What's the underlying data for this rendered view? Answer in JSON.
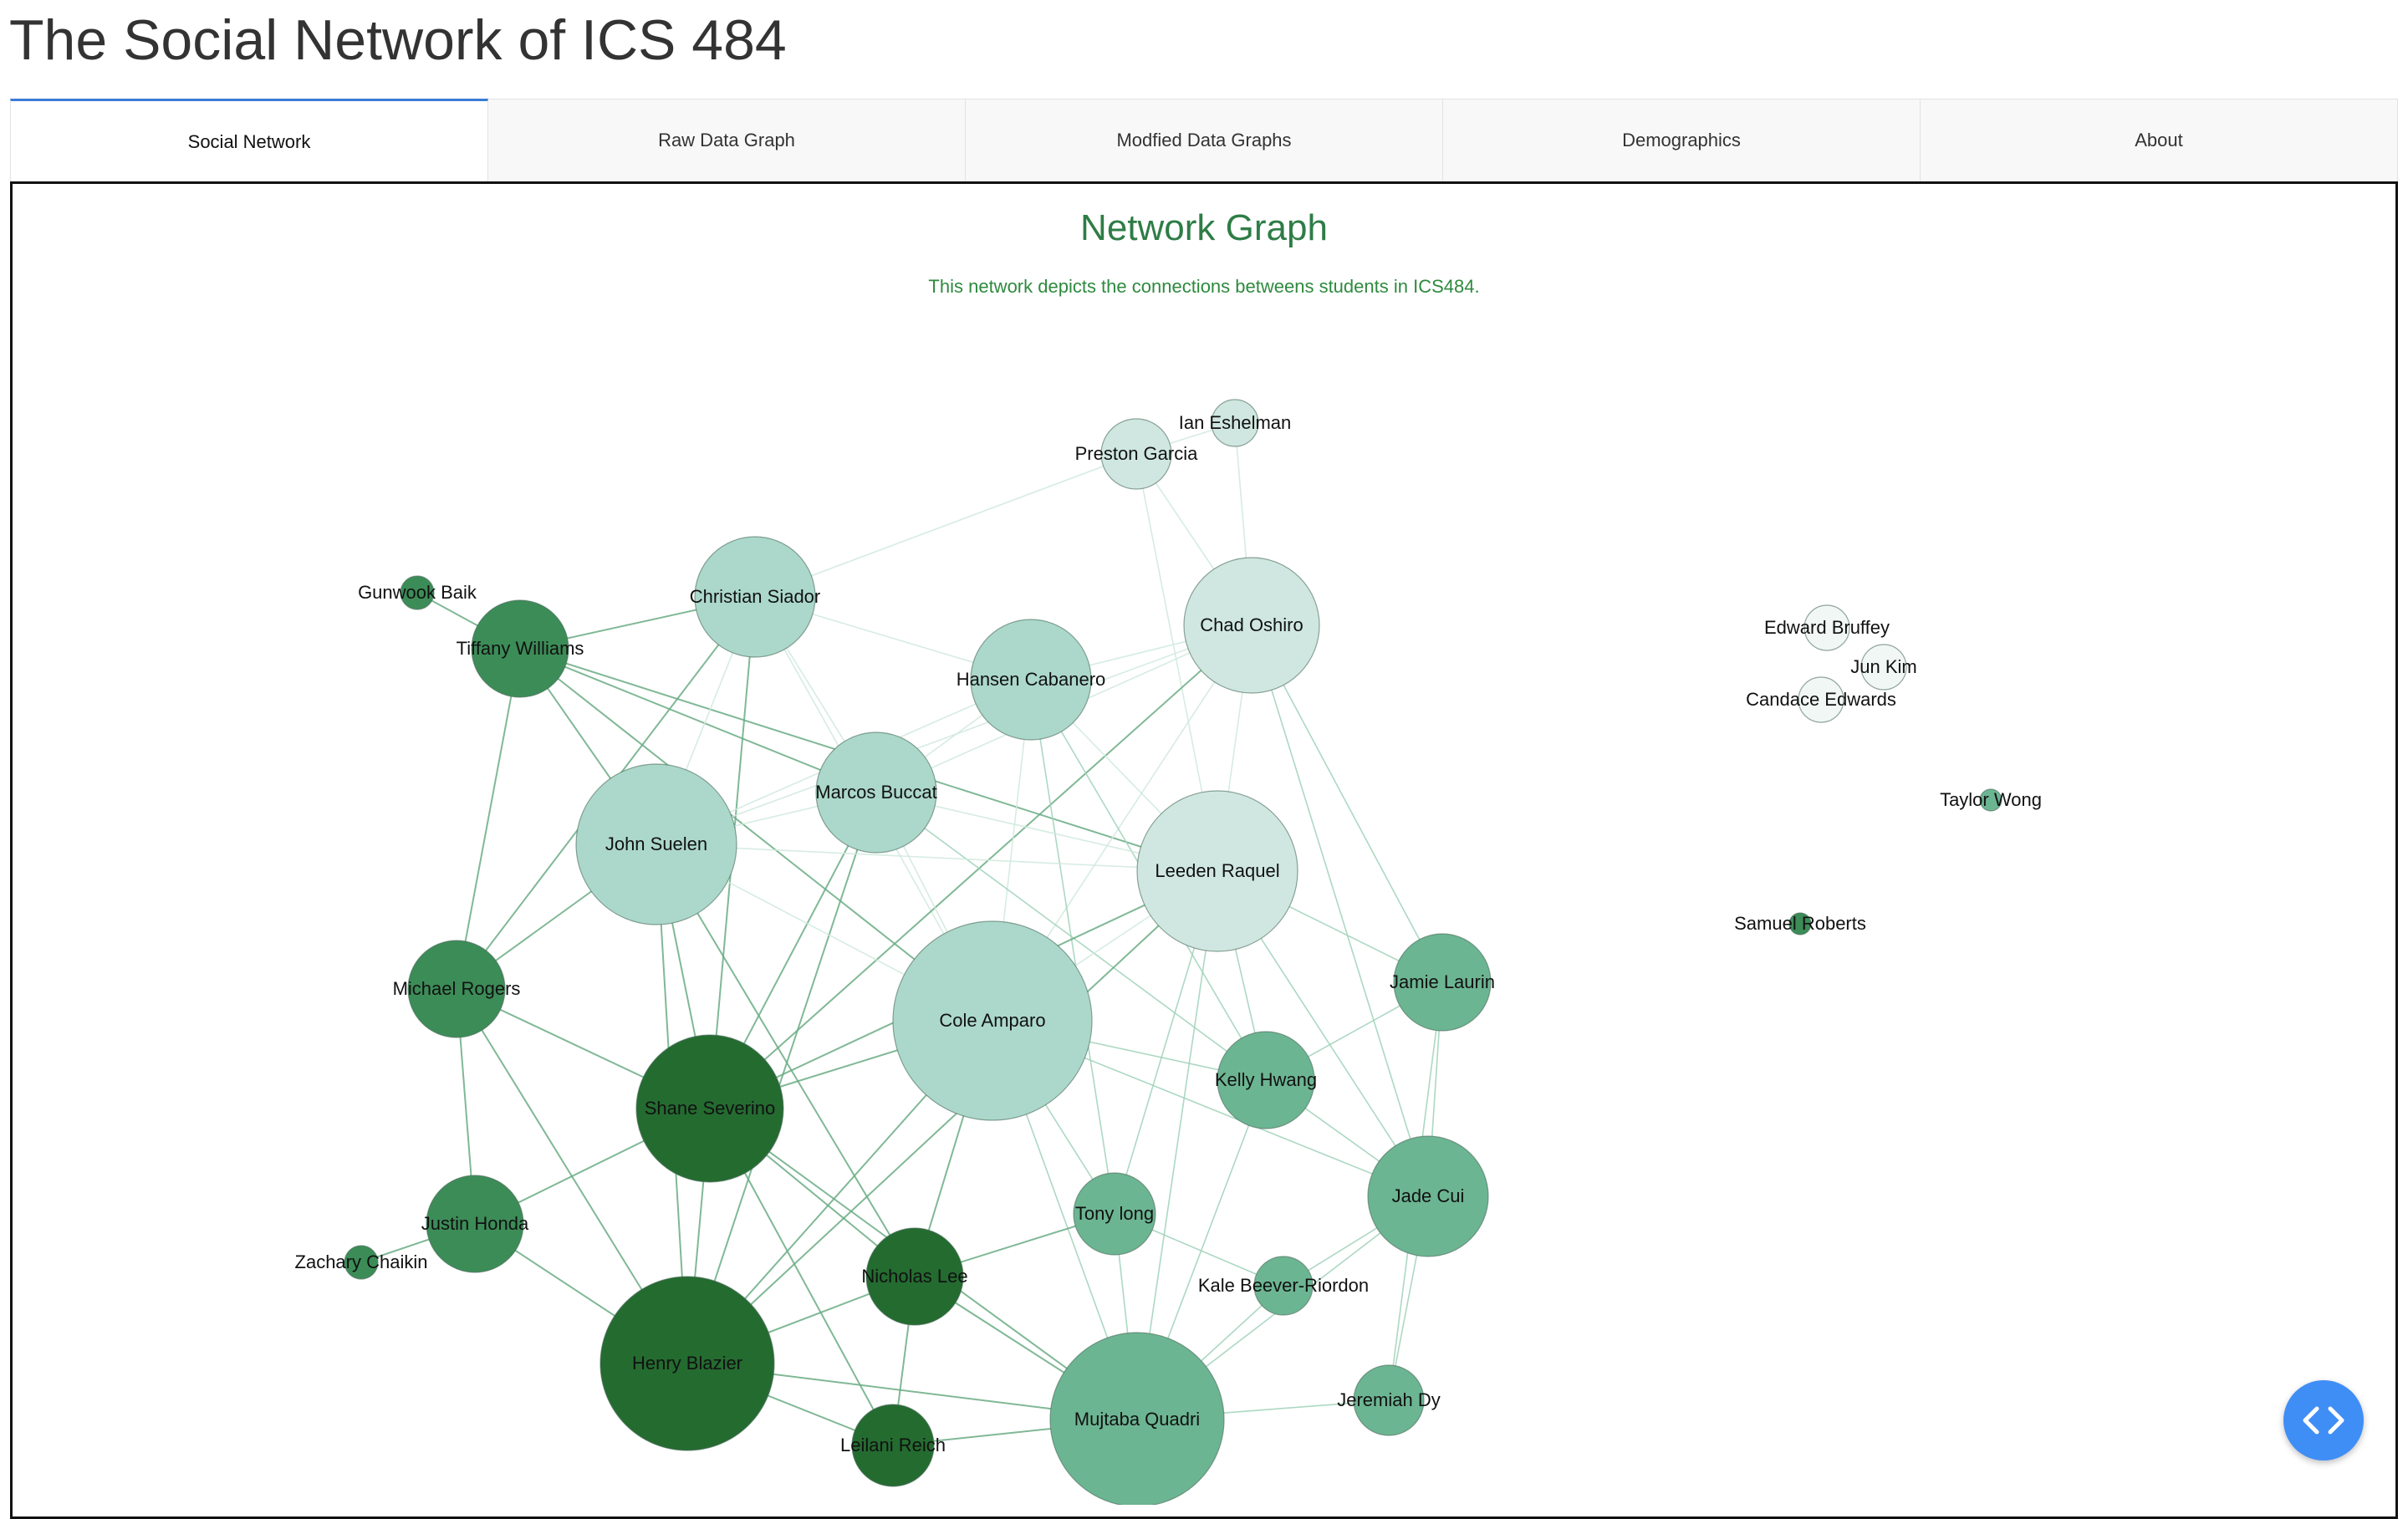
{
  "app": {
    "title": "The Social Network of ICS 484"
  },
  "tabs": [
    {
      "label": "Social Network",
      "active": true
    },
    {
      "label": "Raw Data Graph",
      "active": false
    },
    {
      "label": "Modfied Data Graphs",
      "active": false
    },
    {
      "label": "Demographics",
      "active": false
    },
    {
      "label": "About",
      "active": false
    }
  ],
  "panel": {
    "title": "Network Graph",
    "description": "This network depicts the connections betweens students in ICS484."
  },
  "embed_button": {
    "icon": "code-icon"
  },
  "colors": {
    "tab_accent": "#3a7bd5",
    "title_green": "#2e7d46",
    "fab_blue": "#3f8ef5"
  },
  "graph": {
    "nodes": [
      {
        "label": "Ian Eshelman",
        "shade": 1
      },
      {
        "label": "Preston Garcia",
        "shade": 1
      },
      {
        "label": "Gunwook Baik",
        "shade": 5
      },
      {
        "label": "Christian Siador",
        "shade": 2
      },
      {
        "label": "Chad Oshiro",
        "shade": 1
      },
      {
        "label": "Tiffany Williams",
        "shade": 5
      },
      {
        "label": "Hansen Cabanero",
        "shade": 2
      },
      {
        "label": "Marcos Buccat",
        "shade": 2
      },
      {
        "label": "John Suelen",
        "shade": 2
      },
      {
        "label": "Leeden Raquel",
        "shade": 1
      },
      {
        "label": "Michael Rogers",
        "shade": 5
      },
      {
        "label": "Jamie Laurin",
        "shade": 4
      },
      {
        "label": "Cole Amparo",
        "shade": 2
      },
      {
        "label": "Shane Severino",
        "shade": 6
      },
      {
        "label": "Kelly Hwang",
        "shade": 4
      },
      {
        "label": "Jade Cui",
        "shade": 4
      },
      {
        "label": "Tony long",
        "shade": 4
      },
      {
        "label": "Justin Honda",
        "shade": 5
      },
      {
        "label": "Zachary Chaikin",
        "shade": 5
      },
      {
        "label": "Nicholas Lee",
        "shade": 6
      },
      {
        "label": "Kale Beever-Riordon",
        "shade": 4
      },
      {
        "label": "Henry Blazier",
        "shade": 6
      },
      {
        "label": "Jeremiah Dy",
        "shade": 4
      },
      {
        "label": "Leilani Reich",
        "shade": 6
      },
      {
        "label": "Mujtaba Quadri",
        "shade": 4
      },
      {
        "label": "Edward Bruffey",
        "shade": 0
      },
      {
        "label": "Jun Kim",
        "shade": 0
      },
      {
        "label": "Candace Edwards",
        "shade": 0
      },
      {
        "label": "Taylor Wong",
        "shade": 4
      },
      {
        "label": "Samuel Roberts",
        "shade": 5
      }
    ],
    "edges": [
      [
        "Ian Eshelman",
        "Preston Garcia"
      ],
      [
        "Ian Eshelman",
        "Chad Oshiro"
      ],
      [
        "Preston Garcia",
        "Chad Oshiro"
      ],
      [
        "Preston Garcia",
        "Christian Siador"
      ],
      [
        "Preston Garcia",
        "Leeden Raquel"
      ],
      [
        "Gunwook Baik",
        "Tiffany Williams"
      ],
      [
        "Tiffany Williams",
        "Christian Siador"
      ],
      [
        "Tiffany Williams",
        "John Suelen"
      ],
      [
        "Tiffany Williams",
        "Marcos Buccat"
      ],
      [
        "Tiffany Williams",
        "Michael Rogers"
      ],
      [
        "Tiffany Williams",
        "Leeden Raquel"
      ],
      [
        "Tiffany Williams",
        "Cole Amparo"
      ],
      [
        "Christian Siador",
        "John Suelen"
      ],
      [
        "Christian Siador",
        "Marcos Buccat"
      ],
      [
        "Christian Siador",
        "Hansen Cabanero"
      ],
      [
        "Christian Siador",
        "Shane Severino"
      ],
      [
        "Christian Siador",
        "Michael Rogers"
      ],
      [
        "Christian Siador",
        "Cole Amparo"
      ],
      [
        "Chad Oshiro",
        "Hansen Cabanero"
      ],
      [
        "Chad Oshiro",
        "Marcos Buccat"
      ],
      [
        "Chad Oshiro",
        "Leeden Raquel"
      ],
      [
        "Chad Oshiro",
        "Jamie Laurin"
      ],
      [
        "Chad Oshiro",
        "Cole Amparo"
      ],
      [
        "Chad Oshiro",
        "Jade Cui"
      ],
      [
        "Chad Oshiro",
        "Shane Severino"
      ],
      [
        "Chad Oshiro",
        "John Suelen"
      ],
      [
        "Hansen Cabanero",
        "Marcos Buccat"
      ],
      [
        "Hansen Cabanero",
        "John Suelen"
      ],
      [
        "Hansen Cabanero",
        "Leeden Raquel"
      ],
      [
        "Hansen Cabanero",
        "Cole Amparo"
      ],
      [
        "Hansen Cabanero",
        "Tony long"
      ],
      [
        "Hansen Cabanero",
        "Kelly Hwang"
      ],
      [
        "Marcos Buccat",
        "John Suelen"
      ],
      [
        "Marcos Buccat",
        "Leeden Raquel"
      ],
      [
        "Marcos Buccat",
        "Cole Amparo"
      ],
      [
        "Marcos Buccat",
        "Shane Severino"
      ],
      [
        "Marcos Buccat",
        "Henry Blazier"
      ],
      [
        "Marcos Buccat",
        "Kelly Hwang"
      ],
      [
        "John Suelen",
        "Michael Rogers"
      ],
      [
        "John Suelen",
        "Shane Severino"
      ],
      [
        "John Suelen",
        "Leeden Raquel"
      ],
      [
        "John Suelen",
        "Cole Amparo"
      ],
      [
        "John Suelen",
        "Henry Blazier"
      ],
      [
        "John Suelen",
        "Nicholas Lee"
      ],
      [
        "Leeden Raquel",
        "Jamie Laurin"
      ],
      [
        "Leeden Raquel",
        "Kelly Hwang"
      ],
      [
        "Leeden Raquel",
        "Cole Amparo"
      ],
      [
        "Leeden Raquel",
        "Jade Cui"
      ],
      [
        "Leeden Raquel",
        "Mujtaba Quadri"
      ],
      [
        "Leeden Raquel",
        "Tony long"
      ],
      [
        "Leeden Raquel",
        "Henry Blazier"
      ],
      [
        "Leeden Raquel",
        "Shane Severino"
      ],
      [
        "Michael Rogers",
        "Shane Severino"
      ],
      [
        "Michael Rogers",
        "Justin Honda"
      ],
      [
        "Michael Rogers",
        "Henry Blazier"
      ],
      [
        "Jamie Laurin",
        "Jade Cui"
      ],
      [
        "Jamie Laurin",
        "Kelly Hwang"
      ],
      [
        "Jamie Laurin",
        "Jeremiah Dy"
      ],
      [
        "Cole Amparo",
        "Shane Severino"
      ],
      [
        "Cole Amparo",
        "Kelly Hwang"
      ],
      [
        "Cole Amparo",
        "Jade Cui"
      ],
      [
        "Cole Amparo",
        "Nicholas Lee"
      ],
      [
        "Cole Amparo",
        "Henry Blazier"
      ],
      [
        "Cole Amparo",
        "Mujtaba Quadri"
      ],
      [
        "Cole Amparo",
        "Tony long"
      ],
      [
        "Shane Severino",
        "Justin Honda"
      ],
      [
        "Shane Severino",
        "Henry Blazier"
      ],
      [
        "Shane Severino",
        "Nicholas Lee"
      ],
      [
        "Shane Severino",
        "Leilani Reich"
      ],
      [
        "Shane Severino",
        "Mujtaba Quadri"
      ],
      [
        "Kelly Hwang",
        "Jade Cui"
      ],
      [
        "Kelly Hwang",
        "Mujtaba Quadri"
      ],
      [
        "Jade Cui",
        "Kale Beever-Riordon"
      ],
      [
        "Jade Cui",
        "Mujtaba Quadri"
      ],
      [
        "Jade Cui",
        "Jeremiah Dy"
      ],
      [
        "Tony long",
        "Nicholas Lee"
      ],
      [
        "Tony long",
        "Mujtaba Quadri"
      ],
      [
        "Tony long",
        "Kale Beever-Riordon"
      ],
      [
        "Justin Honda",
        "Zachary Chaikin"
      ],
      [
        "Justin Honda",
        "Henry Blazier"
      ],
      [
        "Nicholas Lee",
        "Henry Blazier"
      ],
      [
        "Nicholas Lee",
        "Leilani Reich"
      ],
      [
        "Nicholas Lee",
        "Mujtaba Quadri"
      ],
      [
        "Kale Beever-Riordon",
        "Mujtaba Quadri"
      ],
      [
        "Henry Blazier",
        "Leilani Reich"
      ],
      [
        "Henry Blazier",
        "Mujtaba Quadri"
      ],
      [
        "Jeremiah Dy",
        "Mujtaba Quadri"
      ],
      [
        "Leilani Reich",
        "Mujtaba Quadri"
      ]
    ]
  }
}
